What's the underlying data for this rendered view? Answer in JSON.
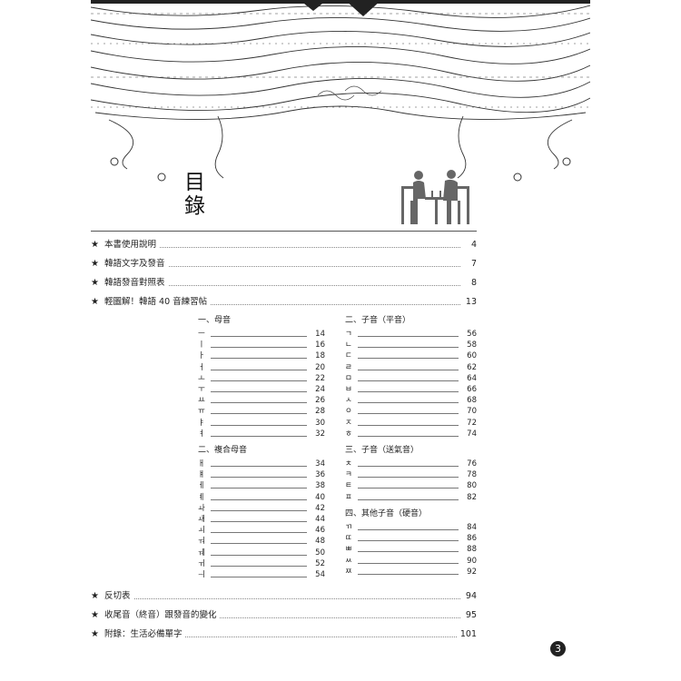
{
  "title": {
    "char1": "目",
    "char2": "錄"
  },
  "illustration": {
    "icon": "couple-dining-silhouette-icon",
    "decoration": "ornamental-band-icon"
  },
  "toc_top": [
    {
      "label": "本書使用說明",
      "page": "4"
    },
    {
      "label": "韓語文字及發音",
      "page": "7"
    },
    {
      "label": "韓語發音對照表",
      "page": "8"
    },
    {
      "label": "輕圖解！韓語 40 音練習帖",
      "page": "13"
    }
  ],
  "sections": {
    "s1": {
      "title": "一、母音",
      "items": [
        {
          "char": "ㅡ",
          "page": "14"
        },
        {
          "char": "ㅣ",
          "page": "16"
        },
        {
          "char": "ㅏ",
          "page": "18"
        },
        {
          "char": "ㅓ",
          "page": "20"
        },
        {
          "char": "ㅗ",
          "page": "22"
        },
        {
          "char": "ㅜ",
          "page": "24"
        },
        {
          "char": "ㅛ",
          "page": "26"
        },
        {
          "char": "ㅠ",
          "page": "28"
        },
        {
          "char": "ㅑ",
          "page": "30"
        },
        {
          "char": "ㅕ",
          "page": "32"
        }
      ]
    },
    "s2": {
      "title": "二、複合母音",
      "items": [
        {
          "char": "ㅐ",
          "page": "34"
        },
        {
          "char": "ㅒ",
          "page": "36"
        },
        {
          "char": "ㅔ",
          "page": "38"
        },
        {
          "char": "ㅖ",
          "page": "40"
        },
        {
          "char": "ㅘ",
          "page": "42"
        },
        {
          "char": "ㅙ",
          "page": "44"
        },
        {
          "char": "ㅚ",
          "page": "46"
        },
        {
          "char": "ㅝ",
          "page": "48"
        },
        {
          "char": "ㅞ",
          "page": "50"
        },
        {
          "char": "ㅟ",
          "page": "52"
        },
        {
          "char": "ㅢ",
          "page": "54"
        }
      ]
    },
    "s3": {
      "title": "二、子音（平音）",
      "items": [
        {
          "char": "ㄱ",
          "page": "56"
        },
        {
          "char": "ㄴ",
          "page": "58"
        },
        {
          "char": "ㄷ",
          "page": "60"
        },
        {
          "char": "ㄹ",
          "page": "62"
        },
        {
          "char": "ㅁ",
          "page": "64"
        },
        {
          "char": "ㅂ",
          "page": "66"
        },
        {
          "char": "ㅅ",
          "page": "68"
        },
        {
          "char": "ㅇ",
          "page": "70"
        },
        {
          "char": "ㅈ",
          "page": "72"
        },
        {
          "char": "ㅎ",
          "page": "74"
        }
      ]
    },
    "s4": {
      "title": "三、子音（送氣音）",
      "items": [
        {
          "char": "ㅊ",
          "page": "76"
        },
        {
          "char": "ㅋ",
          "page": "78"
        },
        {
          "char": "ㅌ",
          "page": "80"
        },
        {
          "char": "ㅍ",
          "page": "82"
        }
      ]
    },
    "s5": {
      "title": "四、其他子音（硬音）",
      "items": [
        {
          "char": "ㄲ",
          "page": "84"
        },
        {
          "char": "ㄸ",
          "page": "86"
        },
        {
          "char": "ㅃ",
          "page": "88"
        },
        {
          "char": "ㅆ",
          "page": "90"
        },
        {
          "char": "ㅉ",
          "page": "92"
        }
      ]
    }
  },
  "toc_bottom": [
    {
      "label": "反切表",
      "page": "94"
    },
    {
      "label": "收尾音（終音）跟發音的變化",
      "page": "95"
    },
    {
      "label": "附錄：生活必備單字",
      "page": "101"
    }
  ],
  "page_number": "3"
}
